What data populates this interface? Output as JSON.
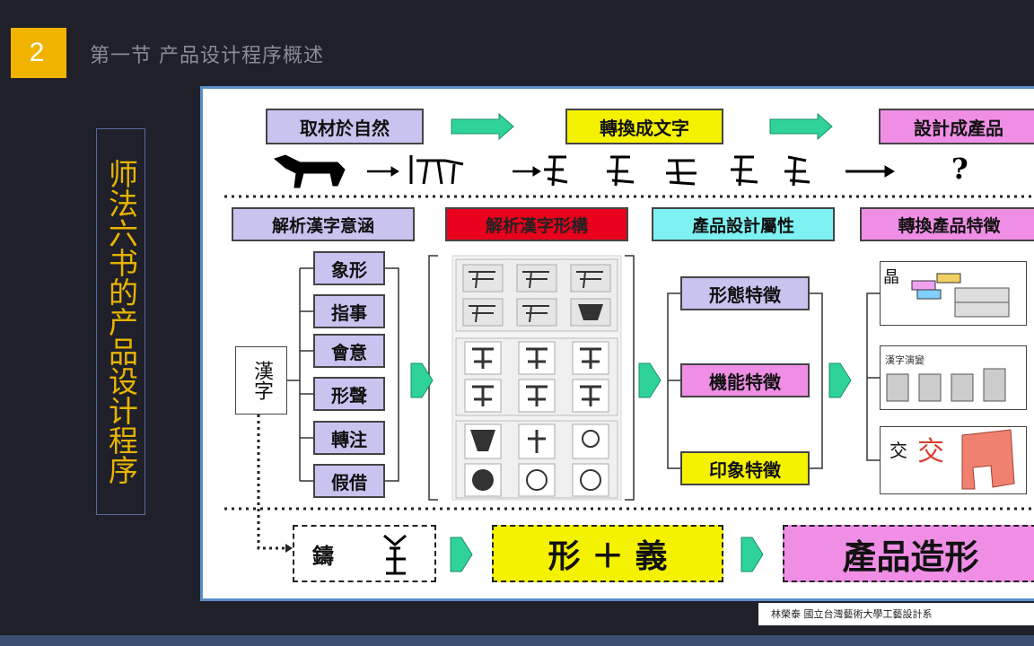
{
  "header": {
    "slide_number": "2",
    "section_title": "第一节  产品设计程序概述"
  },
  "sidebar": {
    "vertical_title": "师法六书的产品设计程序"
  },
  "diagram": {
    "row1": {
      "step1": "取材於自然",
      "step2": "轉換成文字",
      "step3": "設計成產品",
      "question": "?"
    },
    "row2_headers": {
      "h1": "解析漢字意涵",
      "h2": "解析漢字形構",
      "h3": "產品設計屬性",
      "h4": "轉換產品特徵"
    },
    "hanzi_label": "漢字",
    "six_writings": [
      "象形",
      "指事",
      "會意",
      "形聲",
      "轉注",
      "假借"
    ],
    "attributes": [
      "形態特徵",
      "機能特徵",
      "印象特徵"
    ],
    "feature_labels": [
      "晶",
      "交"
    ],
    "bottom": {
      "char": "鑄",
      "formula": "形 ＋ 義",
      "result": "產品造形"
    }
  },
  "footer": {
    "credit": "林榮泰     國立台灣藝術大學工藝設計系"
  },
  "colors": {
    "background": "#1f2029",
    "accent": "#f0b400",
    "panel_border": "#5b8fc9",
    "green_arrow": "#2fd39a"
  }
}
